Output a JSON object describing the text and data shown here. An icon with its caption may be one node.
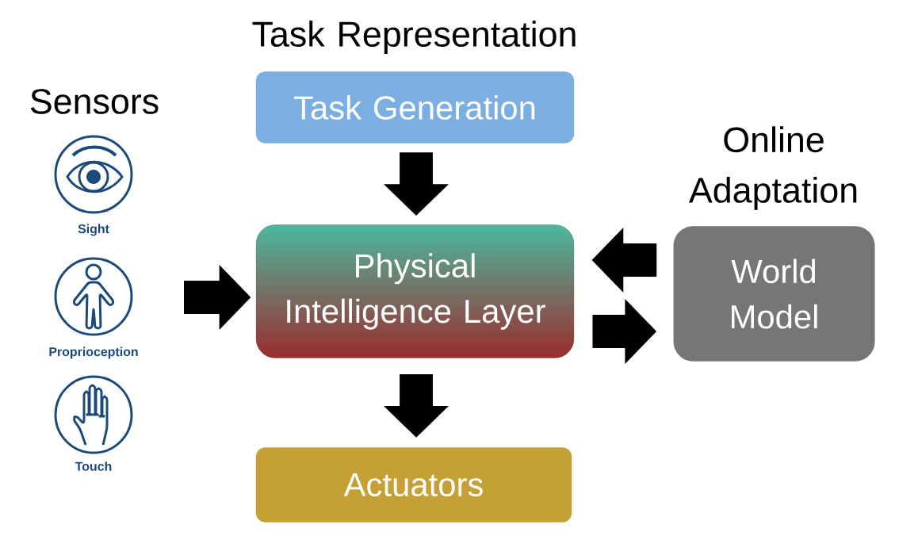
{
  "diagram": {
    "nodes": [
      {
        "text": [
          "Task Representation",
          "Task Generation"
        ]
      },
      {
        "text": [
          "Physical Intelligence Layer"
        ]
      },
      {
        "text": [
          "Online Adaptation",
          "World Model"
        ]
      },
      {
        "text": [
          "Actuators"
        ]
      }
    ],
    "edges": [
      {
        "from": 0,
        "to": 1,
        "arrow": "to"
      },
      {
        "from": null,
        "to": 1,
        "arrow": "to"
      },
      {
        "from": 2,
        "to": 1,
        "arrow": "to"
      },
      {
        "from": 1,
        "to": 2,
        "arrow": "to"
      },
      {
        "from": 1,
        "to": 3,
        "arrow": "to"
      }
    ],
    "labels": [
      "Sensors",
      "Sight",
      "Proprioception",
      "Touch"
    ]
  }
}
